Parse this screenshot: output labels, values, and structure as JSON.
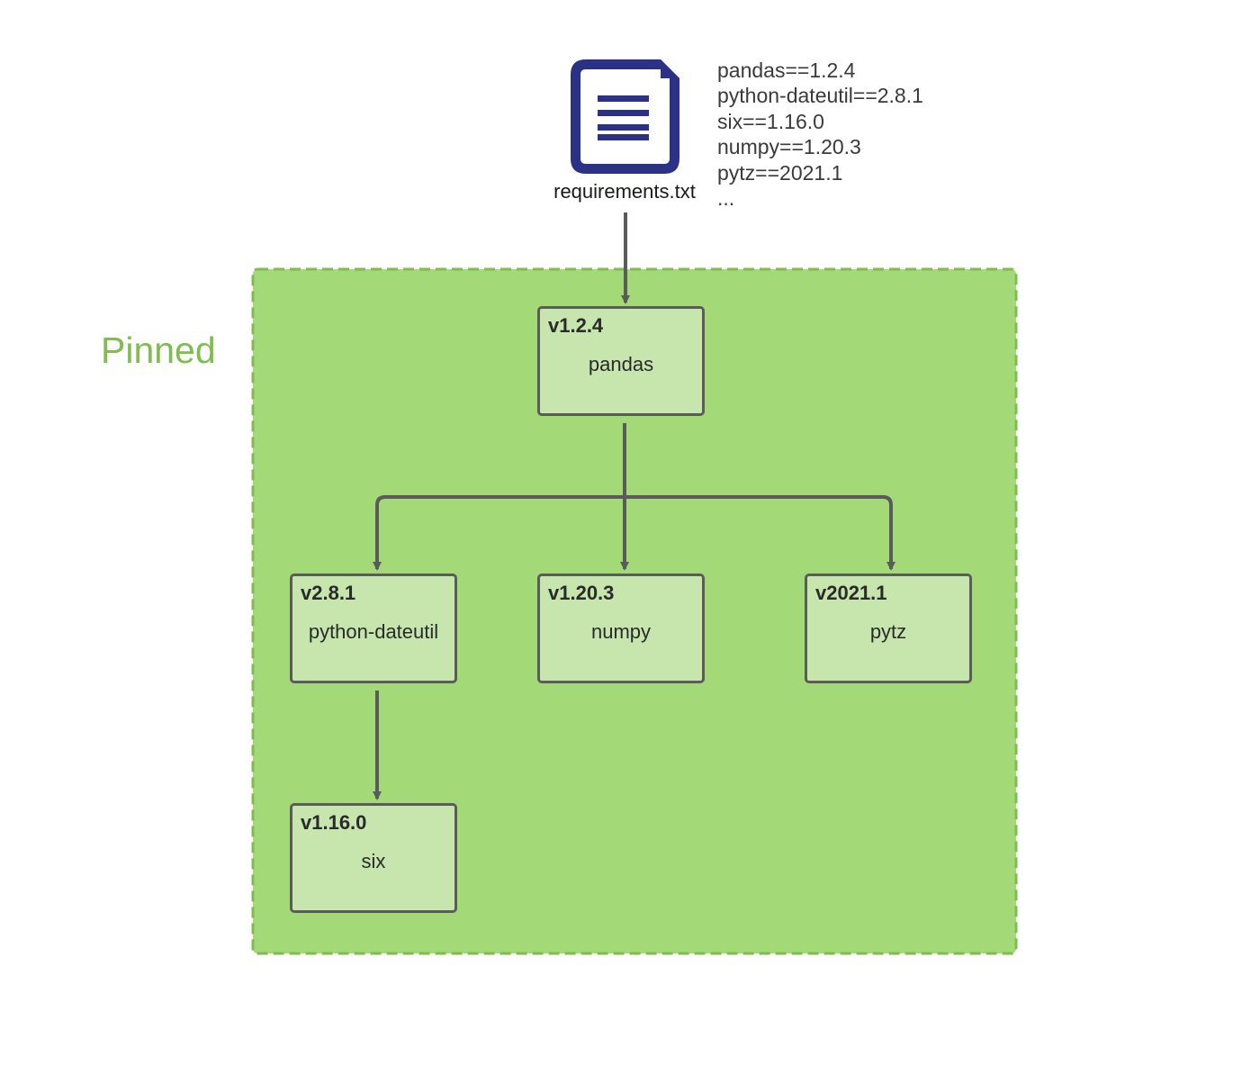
{
  "requirements_file": {
    "label": "requirements.txt",
    "icon": "document-icon",
    "lines": [
      "pandas==1.2.4",
      "python-dateutil==2.8.1",
      "six==1.16.0",
      "numpy==1.20.3",
      "pytz==2021.1",
      "..."
    ]
  },
  "group": {
    "label": "Pinned"
  },
  "nodes": {
    "pandas": {
      "version": "v1.2.4",
      "name": "pandas"
    },
    "python_dateutil": {
      "version": "v2.8.1",
      "name": "python-dateutil"
    },
    "numpy": {
      "version": "v1.20.3",
      "name": "numpy"
    },
    "pytz": {
      "version": "v2021.1",
      "name": "pytz"
    },
    "six": {
      "version": "v1.16.0",
      "name": "six"
    }
  },
  "colors": {
    "group_fill": "#a3d977",
    "group_border": "#7fbd4f",
    "node_fill": "#c6e6ad",
    "node_border": "#5b5b5b",
    "connector": "#5b5b5b",
    "file_icon": "#2b3285",
    "group_label": "#7fbd4f"
  }
}
